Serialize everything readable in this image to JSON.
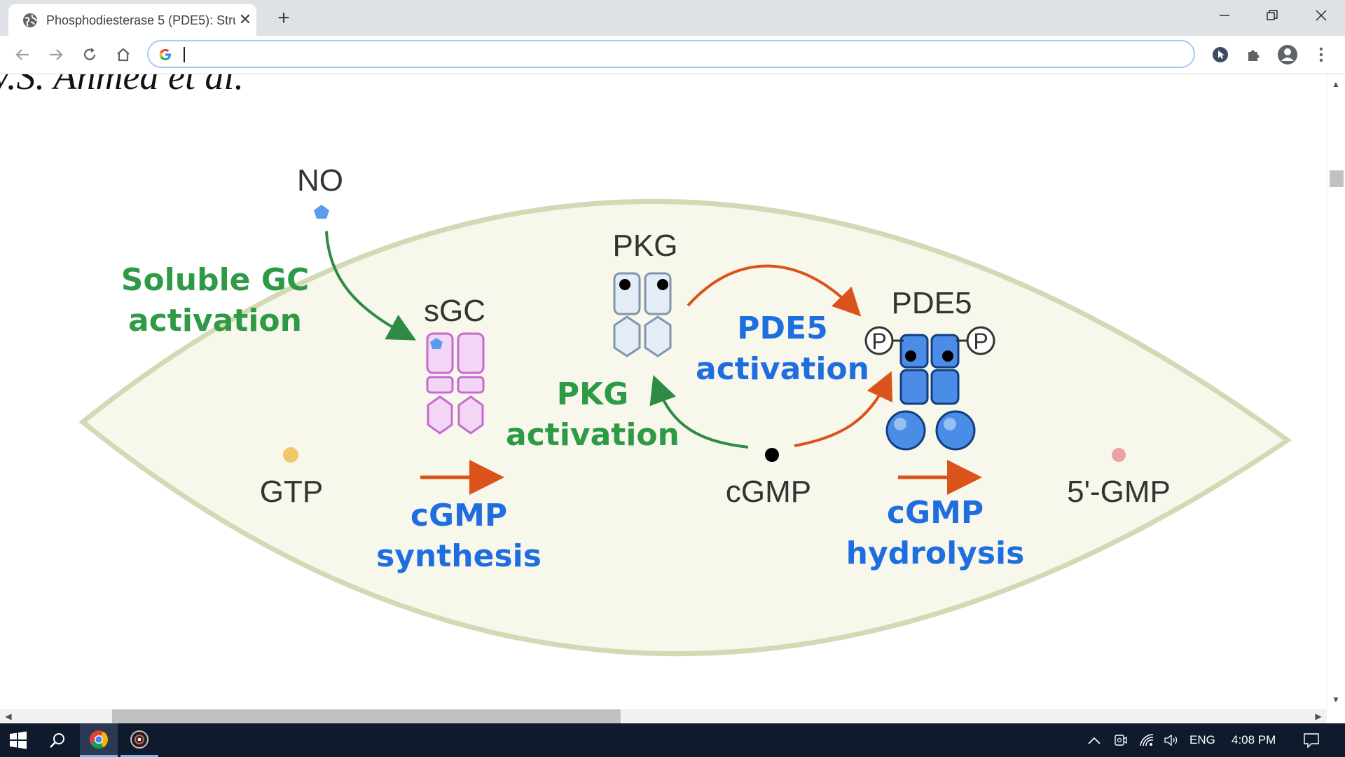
{
  "browser": {
    "tab_title": "Phosphodiesterase 5 (PDE5): Stru",
    "new_tab": "+",
    "address_value": "",
    "address_placeholder": ""
  },
  "figure": {
    "author_line": "V.S. Ahmed et al.",
    "no": "NO",
    "soluble_gc_1": "Soluble GC",
    "soluble_gc_2": "activation",
    "sgc": "sGC",
    "pkg": "PKG",
    "pkg_activation_1": "PKG",
    "pkg_activation_2": "activation",
    "pde5": "PDE5",
    "pde5_activation_1": "PDE5",
    "pde5_activation_2": "activation",
    "gtp": "GTP",
    "cgmp": "cGMP",
    "five_gmp": "5'-GMP",
    "synthesis_1": "cGMP",
    "synthesis_2": "synthesis",
    "hydrolysis_1": "cGMP",
    "hydrolysis_2": "hydrolysis",
    "phospho_left": "P",
    "phospho_right": "P"
  },
  "colors": {
    "green": "#2e9a45",
    "blue": "#1f6ee0",
    "orange": "#d9531a",
    "cell_fill": "#f7f7ec",
    "cell_border": "#d3d9b5",
    "sgc_purple": "#c86ad0",
    "pde5_blue": "#2a6fd6"
  },
  "taskbar": {
    "lang": "ENG",
    "time": "4:08 PM"
  }
}
